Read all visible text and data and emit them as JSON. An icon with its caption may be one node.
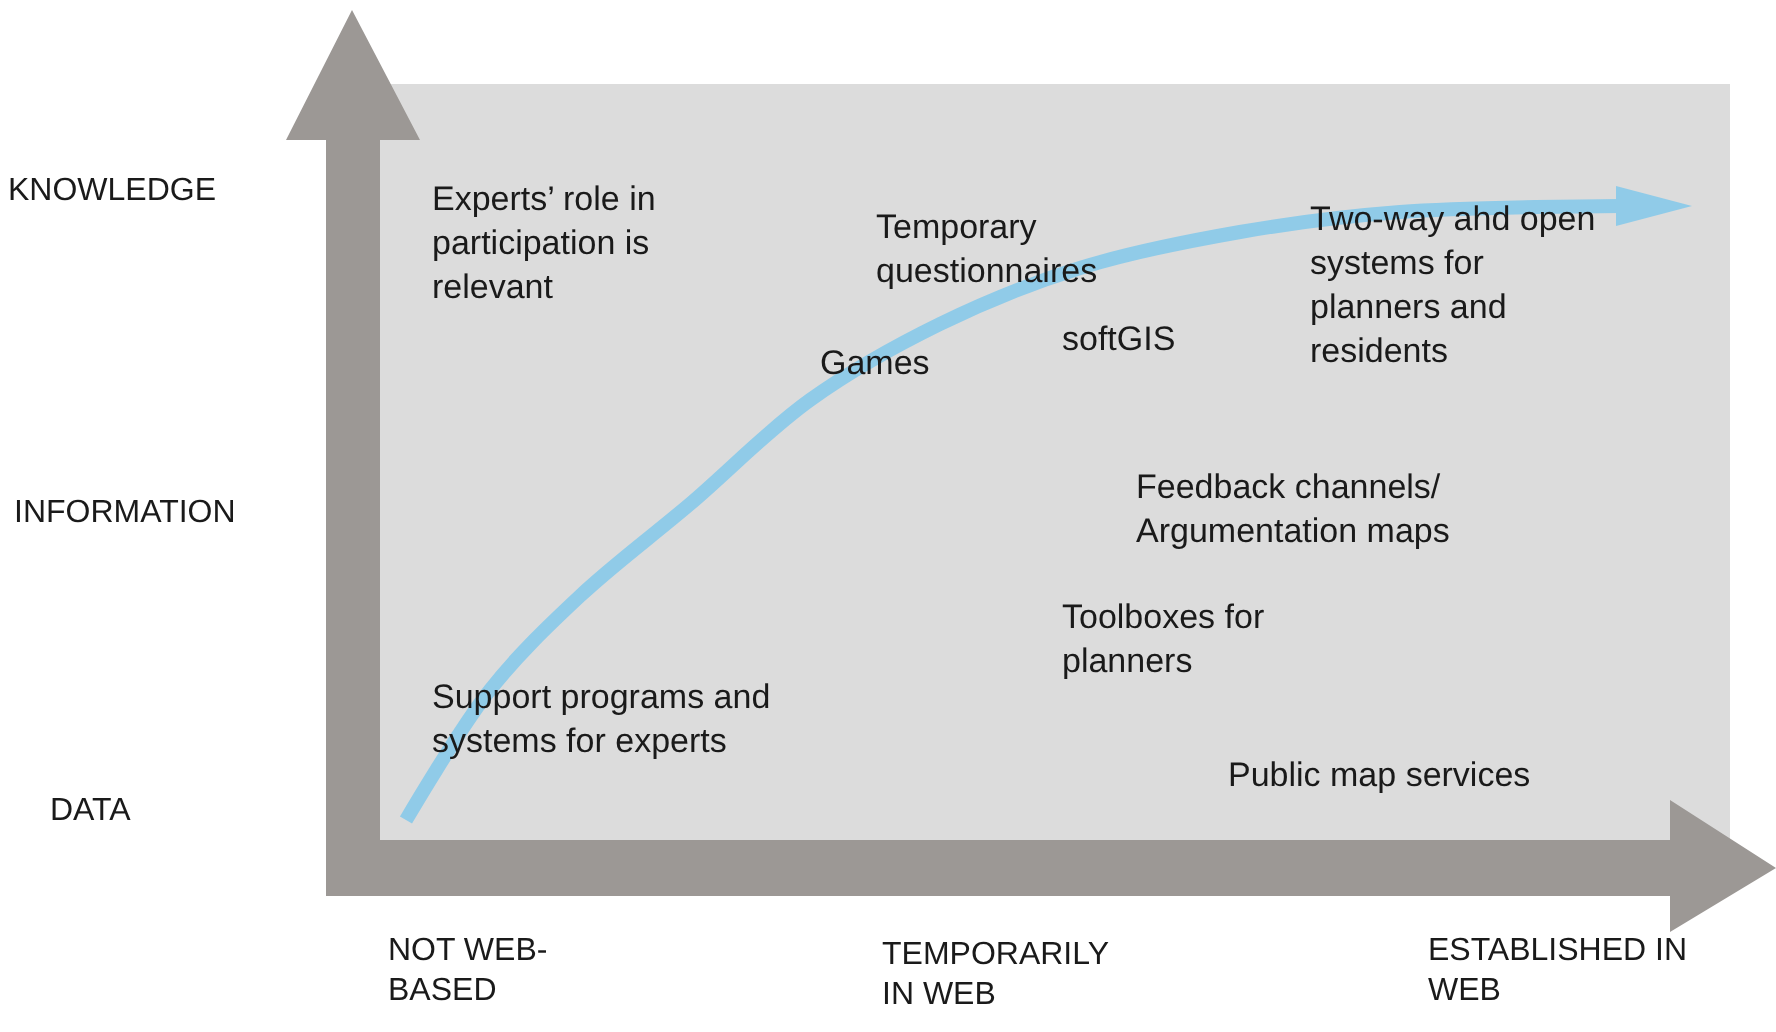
{
  "diagram": {
    "labels": [
      "KNOWLEDGE",
      "Experts’ role in participation is relevant",
      "Temporary questionnaires",
      "Two-way ahd open systems for planners and residents",
      "Games",
      "softGIS",
      "INFORMATION",
      "Feedback channels/ Argumentation maps",
      "Toolboxes for planners",
      "Support programs and systems for experts",
      "DATA",
      "Public map services",
      "NOT WEB-BASED",
      "TEMPORARILY IN WEB",
      "ESTABLISHED IN WEB"
    ]
  }
}
